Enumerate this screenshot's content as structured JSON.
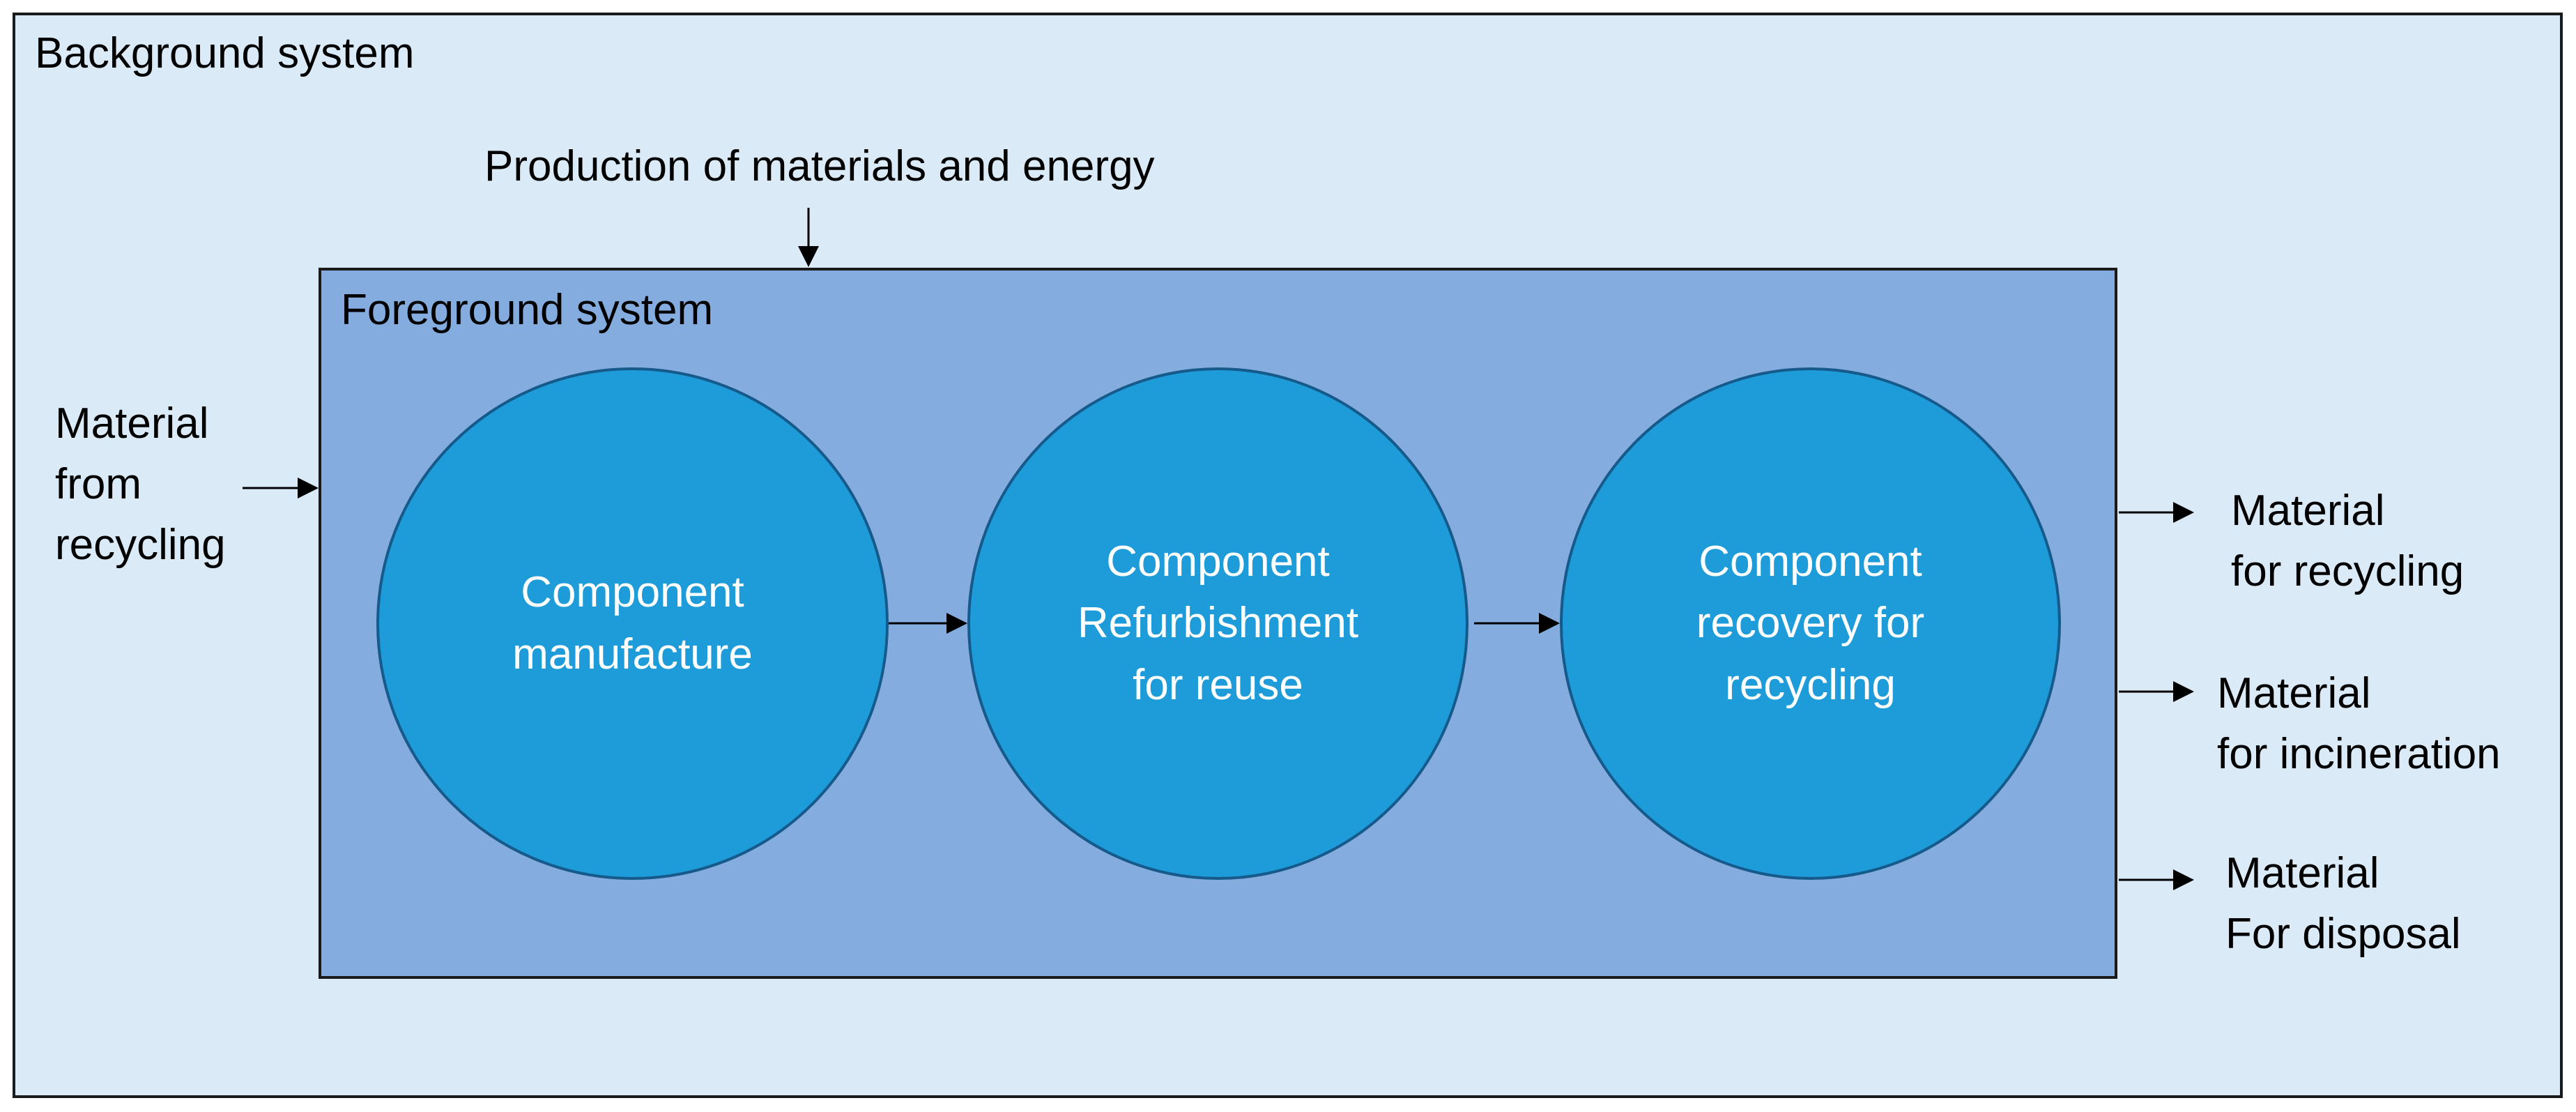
{
  "background_system": {
    "label": "Background system"
  },
  "production_input": {
    "label": "Production of materials and energy"
  },
  "foreground_system": {
    "label": "Foreground system"
  },
  "recycled_input": {
    "label": "Material\nfrom\nrecycling"
  },
  "processes": [
    {
      "label": "Component\nmanufacture"
    },
    {
      "label": "Component\nRefurbishment\nfor reuse"
    },
    {
      "label": "Component\nrecovery for\nrecycling"
    }
  ],
  "outputs": [
    {
      "label": "Material\nfor recycling"
    },
    {
      "label": "Material\nfor incineration"
    },
    {
      "label": "Material\nFor disposal"
    }
  ],
  "colors": {
    "background_fill": "#dbeaf7",
    "foreground_fill": "#84acdf",
    "process_fill": "#1e9bd9",
    "process_text": "#ffffff"
  }
}
